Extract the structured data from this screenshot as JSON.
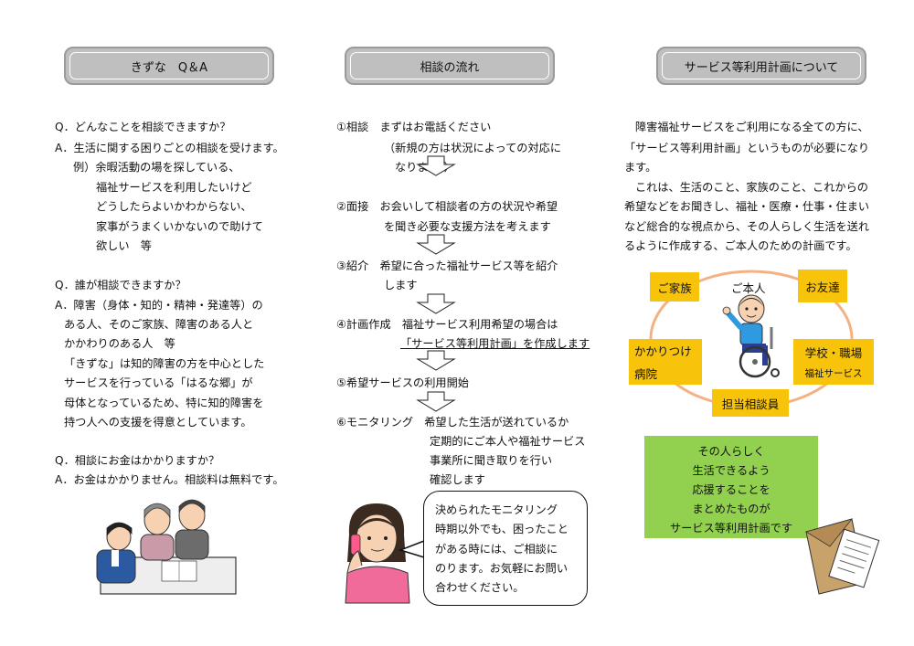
{
  "headers": {
    "qa": "きずな　Q＆A",
    "flow": "相談の流れ",
    "plan": "サービス等利用計画について"
  },
  "qa": {
    "q1": "Q．どんなことを相談できますか？",
    "a1": "A．生活に関する困りごとの相談を受けます。",
    "ex1": "例）余暇活動の場を探している、",
    "ex2": "福祉サービスを利用したいけど",
    "ex3": "どうしたらよいかわからない、",
    "ex4": "家事がうまくいかないので助けて",
    "ex5": "欲しい　等",
    "q2": "Q．誰が相談できますか？",
    "a2_1": "A．障害（身体・知的・精神・発達等）の",
    "a2_2": "ある人、そのご家族、障害のある人と",
    "a2_3": "かかわりのある人　等",
    "a2_4": "「きずな」は知的障害の方を中心とした",
    "a2_5": "サービスを行っている「はるな郷」が",
    "a2_6": "母体となっているため、特に知的障害を",
    "a2_7": "持つ人への支援を得意としています。",
    "q3": "Q．相談にお金はかかりますか？",
    "a3": "A．お金はかかりません。相談料は無料です。"
  },
  "flow": {
    "s1a": "①相談　まずはお電話ください",
    "s1b": "（新規の方は状況によっての対応に",
    "s1c": "なります。）",
    "s2a": "②面接　お会いして相談者の方の状況や希望",
    "s2b": "を聞き必要な支援方法を考えます",
    "s3a": "③紹介　希望に合った福祉サービス等を紹介",
    "s3b": "します",
    "s4a": "④計画作成　福祉サービス利用希望の場合は",
    "s4b": "「サービス等利用計画」を作成します",
    "s5": "⑤希望サービスの利用開始",
    "s6a": "⑥モニタリング　希望した生活が送れているか",
    "s6b": "定期的にご本人や福祉サービス",
    "s6c": "事業所に聞き取りを行い",
    "s6d": "確認します",
    "bubble": [
      "決められたモニタリング",
      "時期以外でも、困ったこと",
      "がある時には、ご相談に",
      "のります。お気軽にお問い",
      "合わせください。"
    ]
  },
  "plan": {
    "p1": "障害福祉サービスをご利用になる全ての方に、",
    "p2": "「サービス等利用計画」というものが必要になり",
    "p3": "ます。",
    "p4": "これは、生活のこと、家族のこと、これからの",
    "p5": "希望などをお聞きし、福祉・医療・仕事・住まい",
    "p6": "など総合的な視点から、その人らしく生活を送れ",
    "p7": "るように作成する、ご本人のための計画です。",
    "diagram": {
      "center": "ご本人",
      "family": "ご家族",
      "friends": "お友達",
      "clinic1": "かかりつけ",
      "clinic2": "病院",
      "school1": "学校・職場",
      "school2": "福祉サービス",
      "counselor": "担当相談員"
    },
    "green": [
      "その人らしく",
      "生活できるよう",
      "応援することを",
      "まとめたものが",
      "サービス等利用計画です"
    ]
  },
  "colors": {
    "pill": "#bfbfbf",
    "yellow": "#f7c30b",
    "green": "#92d050",
    "ellipse": "#f4b183"
  }
}
